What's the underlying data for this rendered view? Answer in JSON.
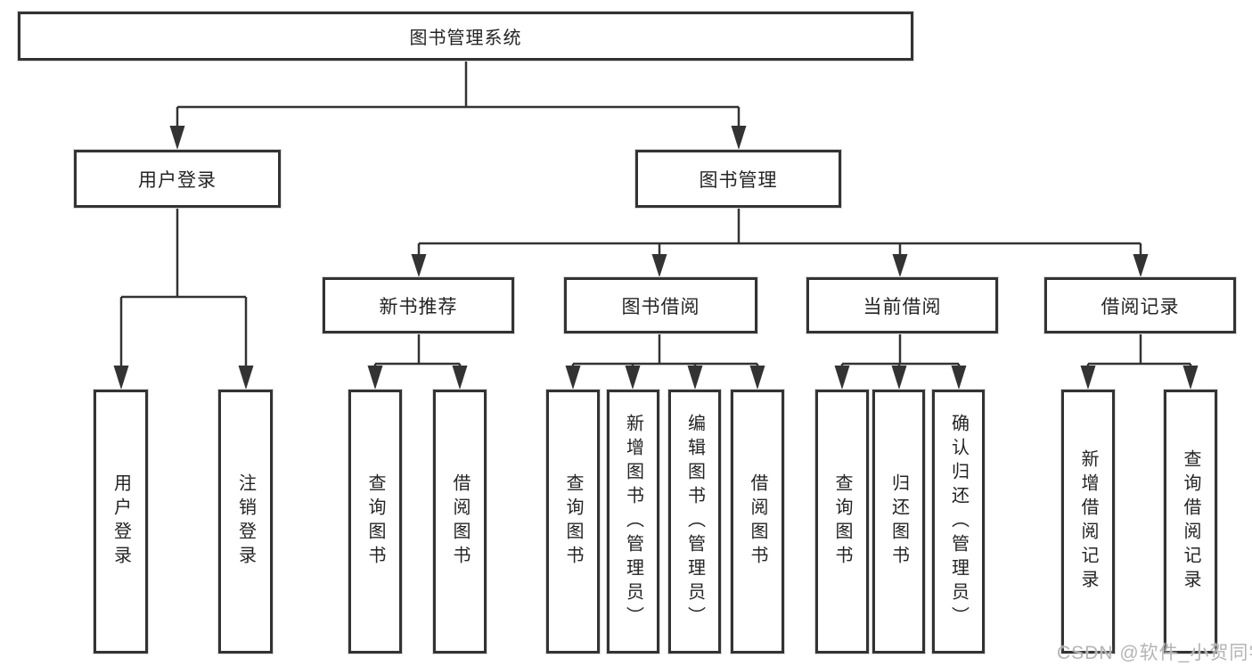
{
  "diagram": {
    "title": "图书管理系统",
    "colors": {
      "line": "#333333",
      "text": "#242424",
      "background": "#ffffff",
      "watermark": "#b4b4b4"
    },
    "nodes": {
      "root": "图书管理系统",
      "user_login": "用户登录",
      "book_mgmt": "图书管理",
      "new_books": "新书推荐",
      "book_borrow": "图书借阅",
      "current_borrow": "当前借阅",
      "borrow_records": "借阅记录",
      "leaves": [
        "用户登录",
        "注销登录",
        "查询图书",
        "借阅图书",
        "查询图书",
        "新增图书（管理员）",
        "编辑图书（管理员）",
        "借阅图书",
        "查询图书",
        "归还图书",
        "确认归还（管理员）",
        "新增借阅记录",
        "查询借阅记录"
      ]
    },
    "watermark": "CSDN @软件_小贺同学"
  }
}
